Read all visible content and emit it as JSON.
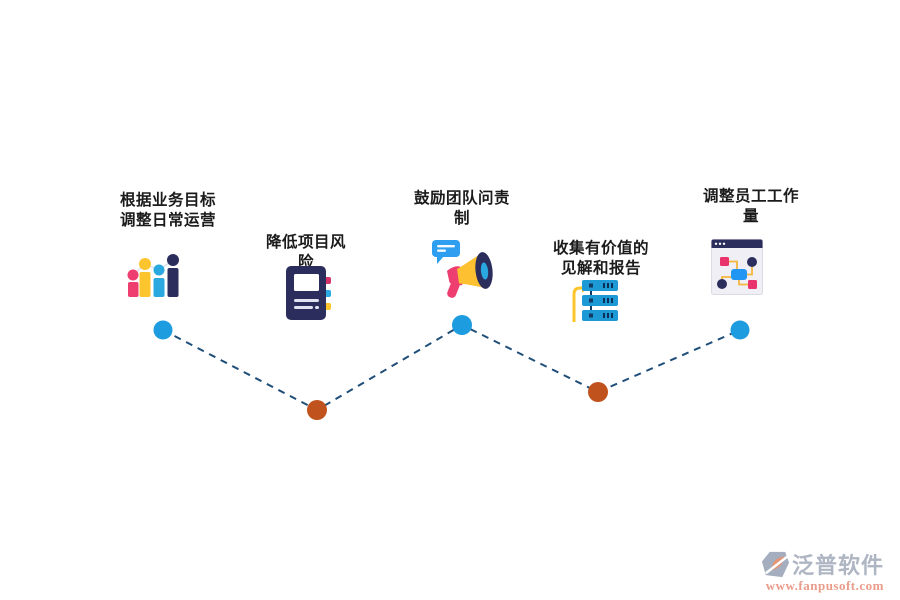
{
  "diagram": {
    "type": "zigzag-timeline",
    "items": [
      {
        "id": 1,
        "lines": [
          "根据业务目标",
          "调整日常运营"
        ],
        "icon": "bar-chart-people-icon",
        "node_color": "#1e9ce0"
      },
      {
        "id": 2,
        "lines": [
          "降低项目风",
          "险"
        ],
        "icon": "notebook-icon",
        "node_color": "#c0521d"
      },
      {
        "id": 3,
        "lines": [
          "鼓励团队问责",
          "制"
        ],
        "icon": "megaphone-icon",
        "node_color": "#1e9ce0"
      },
      {
        "id": 4,
        "lines": [
          "收集有价值的",
          "见解和报告"
        ],
        "icon": "server-stack-icon",
        "node_color": "#c0521d"
      },
      {
        "id": 5,
        "lines": [
          "调整员工工作",
          "量"
        ],
        "icon": "browser-flowchart-icon",
        "node_color": "#1e9ce0"
      }
    ],
    "colors": {
      "connector_line": "#1f4e79",
      "node_blue": "#1e9ce0",
      "node_orange": "#c0521d",
      "label_text": "#1b1b1b",
      "icon_pink": "#ee3d6f",
      "icon_yellow": "#fcc42d",
      "icon_blue": "#2aa8e0",
      "icon_navy": "#2b2e5c"
    }
  },
  "watermark": {
    "brand": "泛普软件",
    "url": "www.fanpusoft.com",
    "brand_color": "#a6adbd",
    "url_color": "#e8917d"
  }
}
